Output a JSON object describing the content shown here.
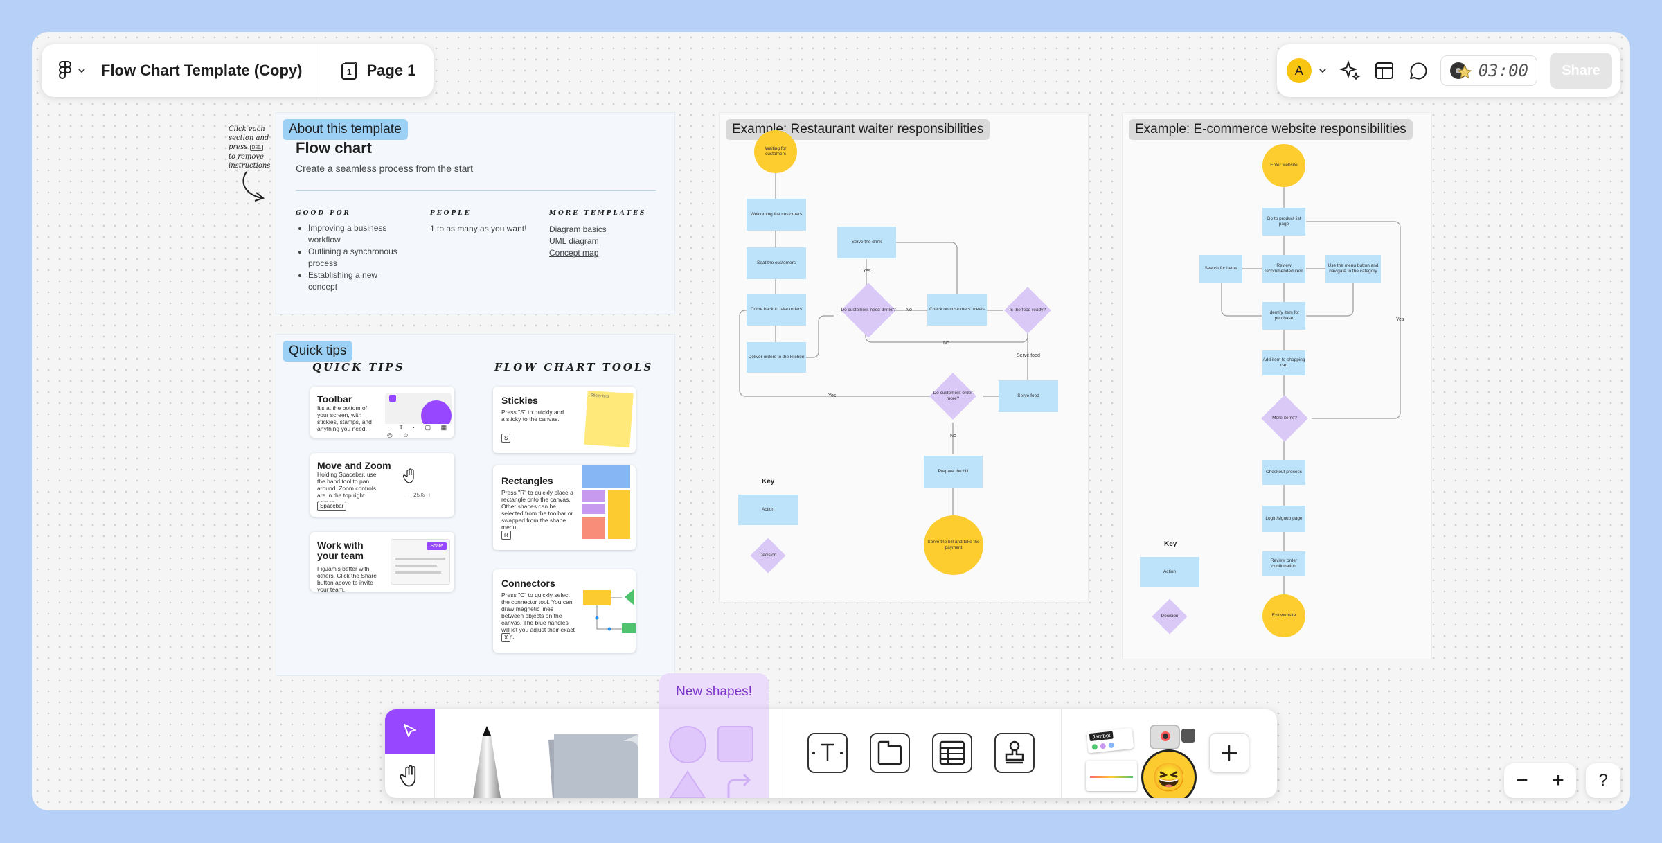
{
  "topbar": {
    "title": "Flow Chart Template (Copy)",
    "page_label": "Page 1",
    "avatar_initial": "A",
    "timer": "03:00",
    "share_label": "Share"
  },
  "about": {
    "label": "About this template",
    "heading": "Flow chart",
    "subtitle": "Create a seamless process from the start",
    "good_for_heading": "GOOD FOR",
    "good_for": [
      "Improving a business workflow",
      "Outlining a synchronous process",
      "Establishing a new concept"
    ],
    "people_heading": "PEOPLE",
    "people_text": "1 to as many as you want!",
    "more_heading": "MORE TEMPLATES",
    "more_links": [
      "Diagram basics",
      "UML diagram",
      "Concept map"
    ]
  },
  "note": {
    "lines": [
      "Click each",
      "section and",
      "press",
      "to remove",
      "instructions"
    ],
    "key": "DEL"
  },
  "tips": {
    "label": "Quick tips",
    "quick_heading": "QUICK TIPS",
    "tools_heading": "FLOW CHART TOOLS",
    "toolbar": {
      "title": "Toolbar",
      "text": "It's at the bottom of your screen, with stickies, stamps, and anything you need."
    },
    "move": {
      "title": "Move and Zoom",
      "text": "Holding Spacebar, use the hand tool to pan around. Zoom controls are in the top right corner.",
      "key": "Spacebar",
      "zoom": "25%"
    },
    "team": {
      "title": "Work with your team",
      "text": "FigJam's better with others. Click the Share button above to invite your team.",
      "share": "Share"
    },
    "stickies": {
      "title": "Stickies",
      "text": "Press \"S\" to quickly add a sticky to the canvas.",
      "key": "S",
      "sticky": "Sticky text"
    },
    "rectangles": {
      "title": "Rectangles",
      "text": "Press \"R\" to quickly place a rectangle onto the canvas. Other shapes can be selected from the toolbar or swapped from the shape menu.",
      "key": "R"
    },
    "connectors": {
      "title": "Connectors",
      "text": "Press \"C\" to quickly select the connector tool. You can draw magnetic lines between objects on the canvas. The blue handles will let you adjust their exact path.",
      "key": "X"
    }
  },
  "waiter": {
    "label": "Example: Restaurant waiter responsibilities",
    "nodes": {
      "waiting": "Waiting for customers",
      "welcome": "Welcoming the customers",
      "seat": "Seat the customers",
      "orders": "Come back to take orders",
      "deliver": "Deliver orders to the kitchen",
      "drink": "Serve the drink",
      "drinks_q": "Do customers need drinks?",
      "check": "Check on customers' meals",
      "ready_q": "Is the food ready?",
      "serve_food": "Serve food",
      "more_q": "Do customers order more?",
      "bill": "Prepare the bill",
      "pay": "Serve the bill and take the payment"
    },
    "edge_labels": {
      "yes1": "Yes",
      "no1": "No",
      "no2": "No",
      "serve": "Serve food",
      "yes2": "Yes",
      "no3": "No"
    },
    "key": {
      "title": "Key",
      "action": "Action",
      "decision": "Decision"
    }
  },
  "ecom": {
    "label": "Example: E-commerce website responsibilities",
    "nodes": {
      "enter": "Enter website",
      "list": "Go to product list page",
      "review": "Review recommended item",
      "search": "Search for items",
      "menu": "Use the menu button and navigate to the category",
      "identify": "Identify item for purchase",
      "cart": "Add item to shopping cart",
      "more_q": "More items?",
      "checkout": "Checkout process",
      "login": "Login/signup page",
      "confirm": "Review order confirmation",
      "exit": "Exit website"
    },
    "edge_labels": {
      "yes": "Yes"
    },
    "key": {
      "title": "Key",
      "action": "Action",
      "decision": "Decision"
    }
  },
  "toolbar": {
    "new_shapes": "New shapes!",
    "widget_label": "Jambot"
  },
  "zoom": {
    "minus": "−",
    "plus": "+",
    "help": "?"
  }
}
